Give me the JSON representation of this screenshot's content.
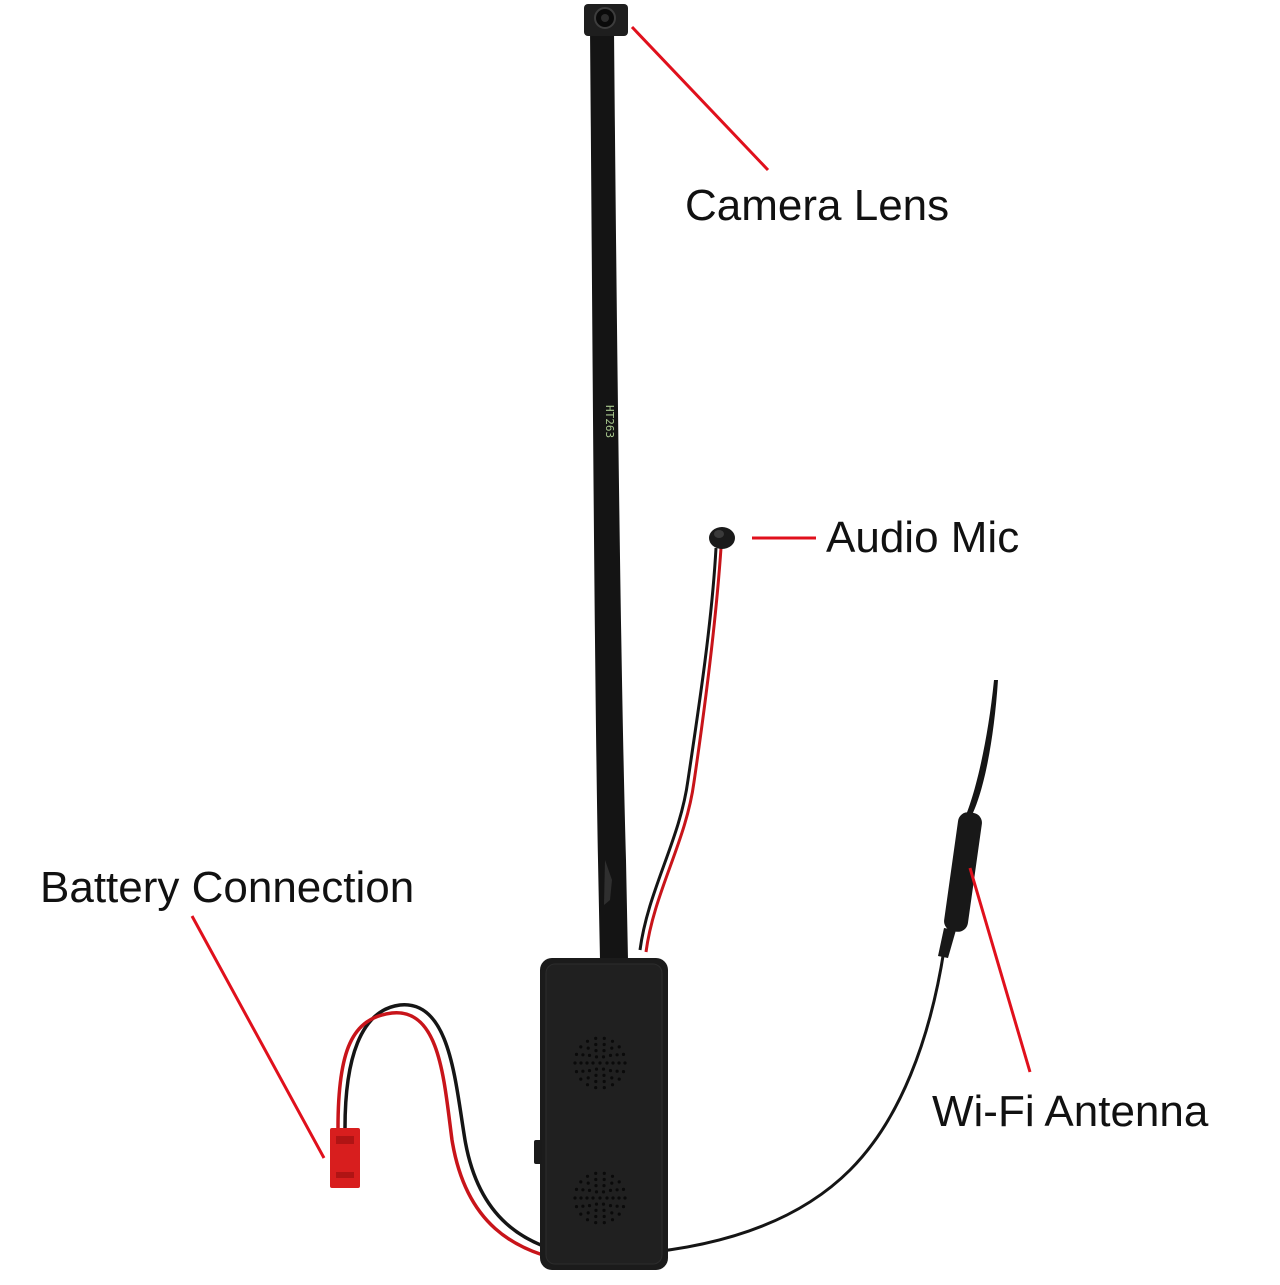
{
  "labels": {
    "camera_lens": "Camera Lens",
    "audio_mic": "Audio Mic",
    "battery_connection": "Battery Connection",
    "wifi_antenna": "Wi-Fi Antenna"
  },
  "ribbon_print": "HT263",
  "colors": {
    "background": "#ffffff",
    "callout_line": "#e0101c",
    "device_body": "#1b1b1b",
    "ribbon": "#141414",
    "connector": "#d81e1e",
    "wire_red": "#c8141a",
    "wire_black": "#151515",
    "label_text": "#111111"
  }
}
